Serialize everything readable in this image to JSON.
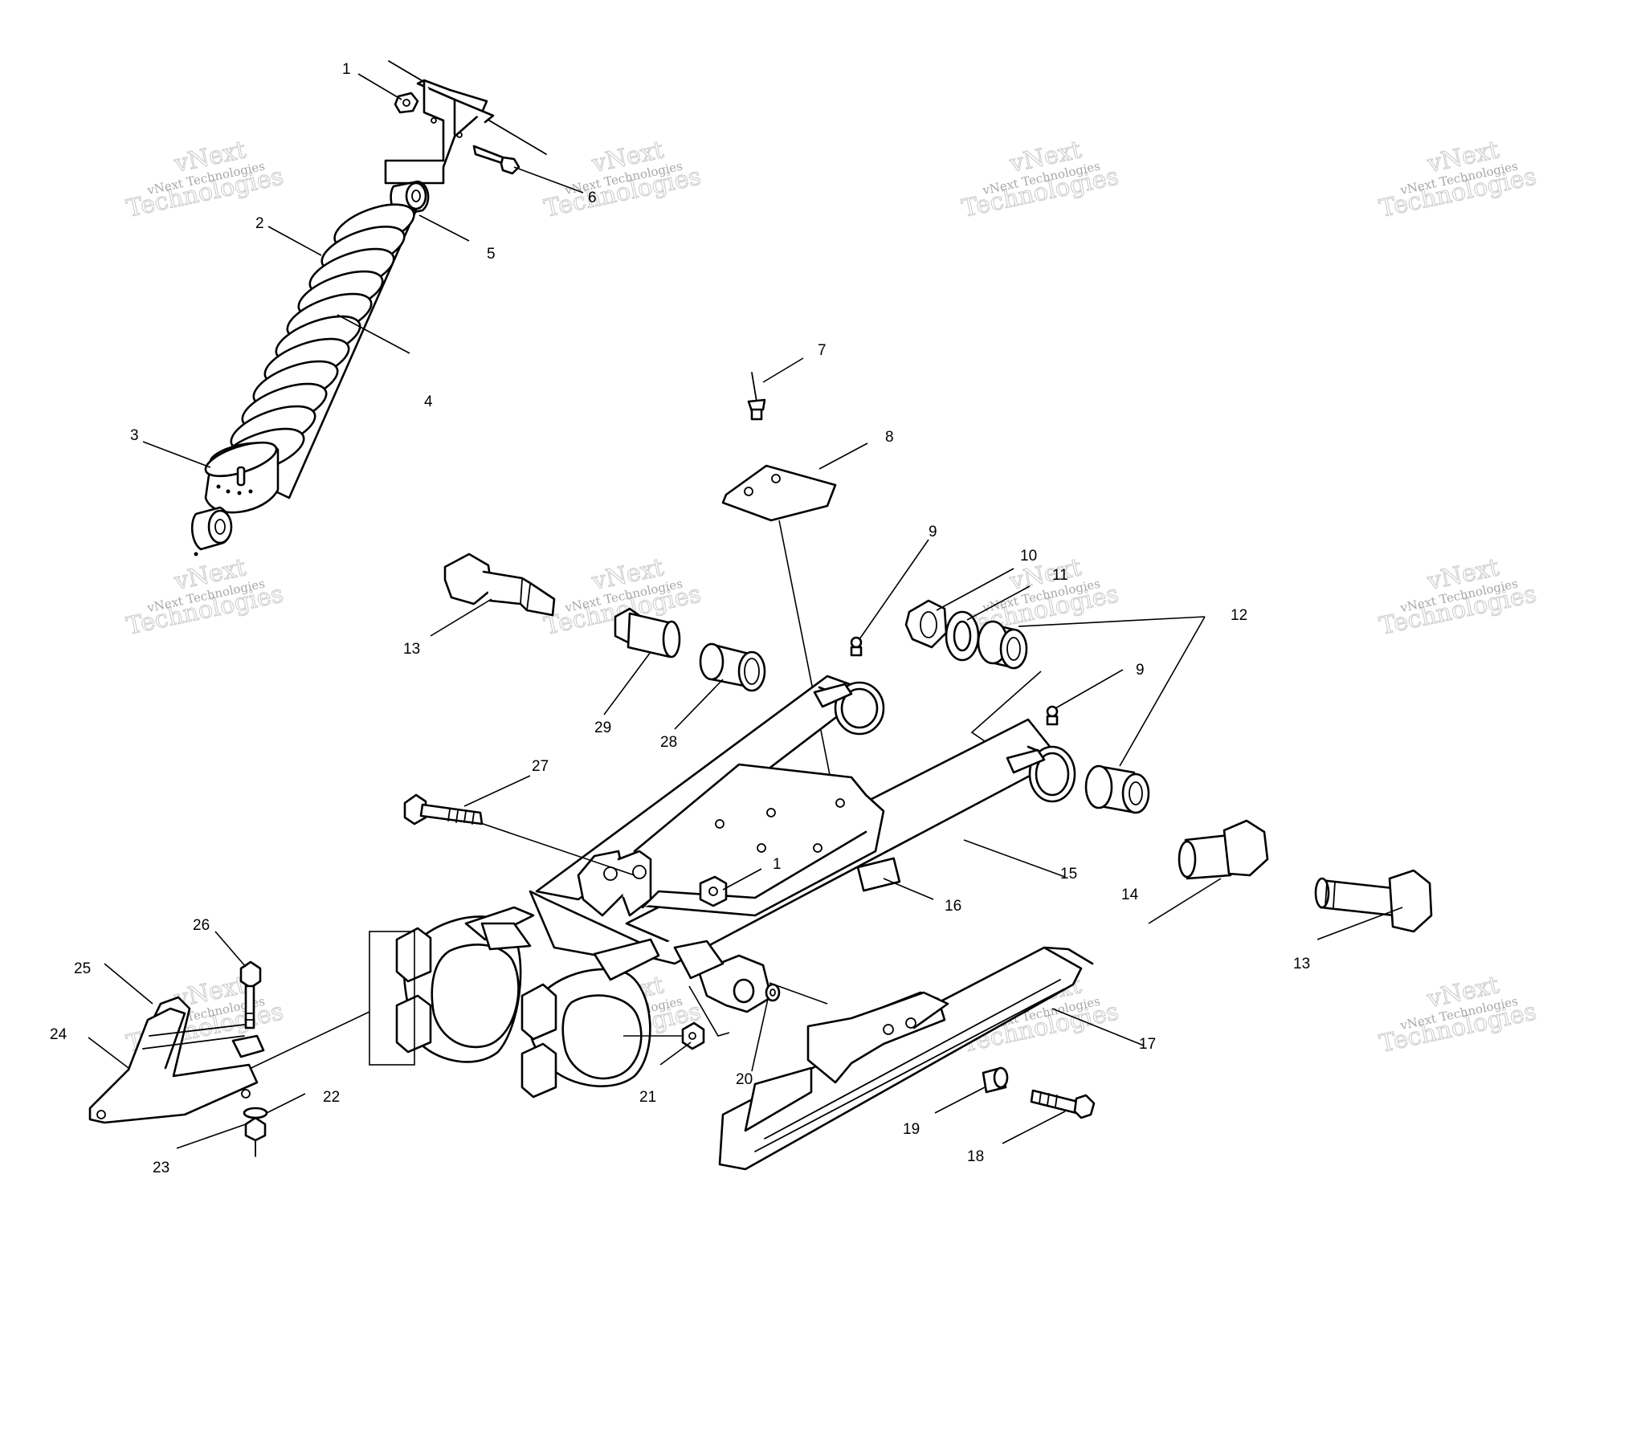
{
  "watermark": {
    "line_small": "vNext Technologies",
    "line_big": "Technologies",
    "line_top": "vNext"
  },
  "callouts": [
    "1",
    "2",
    "3",
    "4",
    "5",
    "6",
    "7",
    "8",
    "9",
    "10",
    "11",
    "12",
    "13",
    "14",
    "15",
    "16",
    "17",
    "18",
    "19",
    "20",
    "21",
    "22",
    "23",
    "24",
    "25",
    "26",
    "27",
    "28",
    "29"
  ],
  "callout_repeats": {
    "one_b": "1",
    "nine_b": "9",
    "thirteen_b": "13"
  }
}
